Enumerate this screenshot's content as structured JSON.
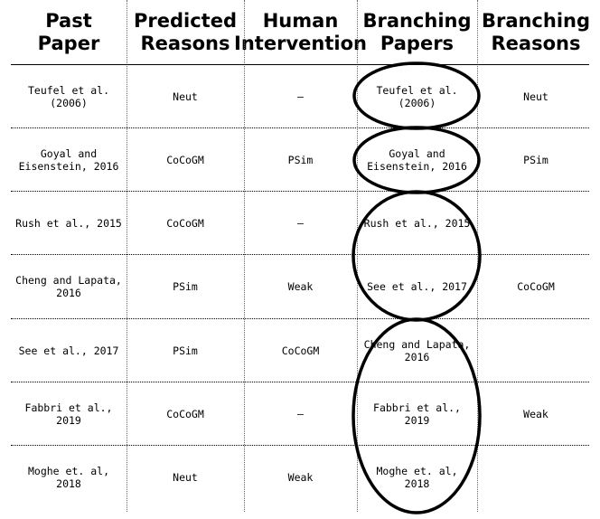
{
  "headers": [
    "Past\nPaper",
    "Predicted\nReasons",
    "Human\nIntervention",
    "Branching\nPapers",
    "Branching\nReasons"
  ],
  "rows": [
    {
      "past": "Teufel et al.\n(2006)",
      "predicted": "Neut",
      "human": "–",
      "branching_paper": "Teufel et al.\n(2006)",
      "branching_reason": "Neut"
    },
    {
      "past": "Goyal and\nEisenstein, 2016",
      "predicted": "CoCoGM",
      "human": "PSim",
      "branching_paper": "Goyal and\nEisenstein, 2016",
      "branching_reason": "PSim"
    },
    {
      "past": "Rush et al., 2015",
      "predicted": "CoCoGM",
      "human": "–",
      "branching_paper": "Rush et al., 2015",
      "branching_reason": ""
    },
    {
      "past": "Cheng and Lapata,\n2016",
      "predicted": "PSim",
      "human": "Weak",
      "branching_paper": "See et al., 2017",
      "branching_reason": "CoCoGM"
    },
    {
      "past": "See et al., 2017",
      "predicted": "PSim",
      "human": "CoCoGM",
      "branching_paper": "Cheng and Lapata,\n2016",
      "branching_reason": ""
    },
    {
      "past": "Fabbri et al.,\n2019",
      "predicted": "CoCoGM",
      "human": "–",
      "branching_paper": "Fabbri et al.,\n2019",
      "branching_reason": "Weak"
    },
    {
      "past": "Moghe et. al,\n2018",
      "predicted": "Neut",
      "human": "Weak",
      "branching_paper": "Moghe et. al,\n2018",
      "branching_reason": ""
    }
  ]
}
